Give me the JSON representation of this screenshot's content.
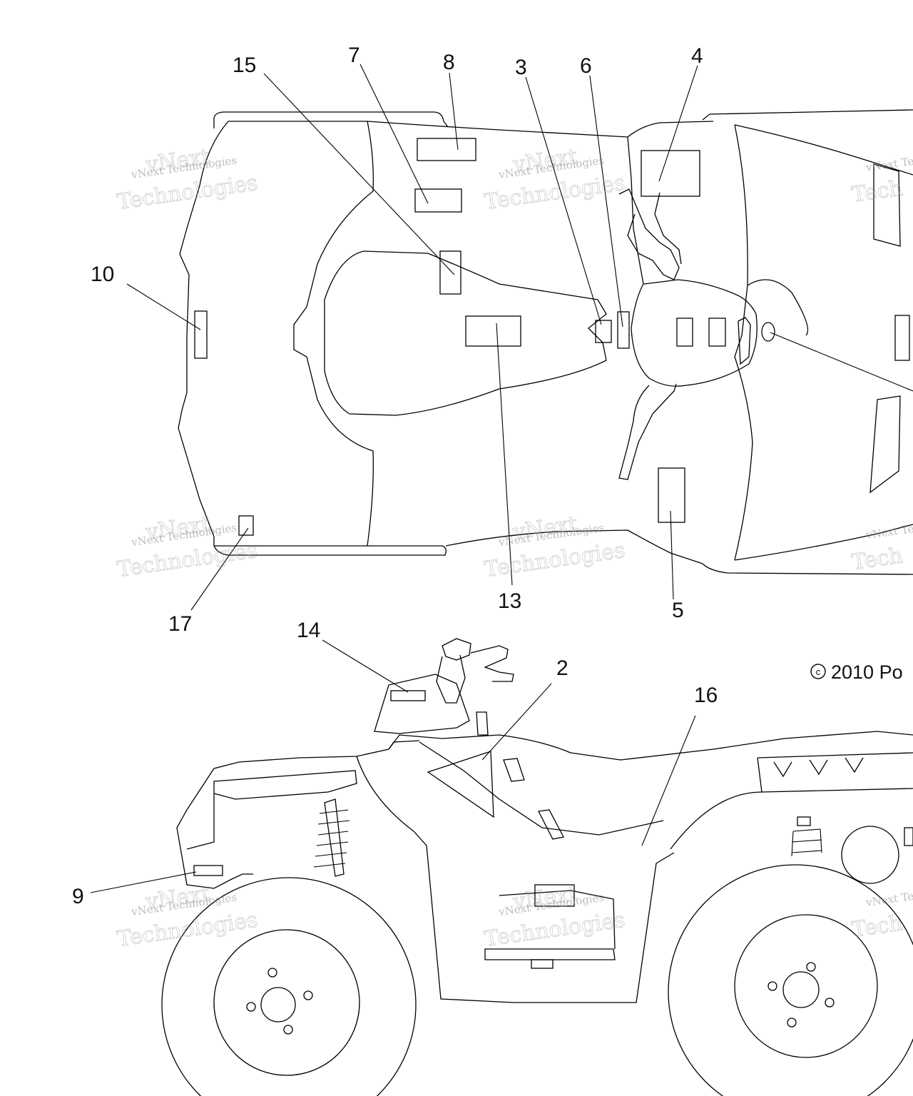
{
  "callouts": [
    {
      "id": "c1",
      "text": "15"
    },
    {
      "id": "c2",
      "text": "7"
    },
    {
      "id": "c3",
      "text": "8"
    },
    {
      "id": "c4",
      "text": "3"
    },
    {
      "id": "c5",
      "text": "6"
    },
    {
      "id": "c6",
      "text": "4"
    },
    {
      "id": "c7",
      "text": "10"
    },
    {
      "id": "c8",
      "text": "17"
    },
    {
      "id": "c9",
      "text": "13"
    },
    {
      "id": "c10",
      "text": "5"
    },
    {
      "id": "c11",
      "text": "14"
    },
    {
      "id": "c12",
      "text": "2"
    },
    {
      "id": "c13",
      "text": "16"
    },
    {
      "id": "c14",
      "text": "9"
    }
  ],
  "copyright": {
    "symbol": "c",
    "text": "2010 Po"
  },
  "watermark": {
    "line1": "vNext Technologies",
    "line2": "Technologies",
    "line3": "vNext",
    "partial": "vNext Te",
    "partial2": "Tech"
  }
}
